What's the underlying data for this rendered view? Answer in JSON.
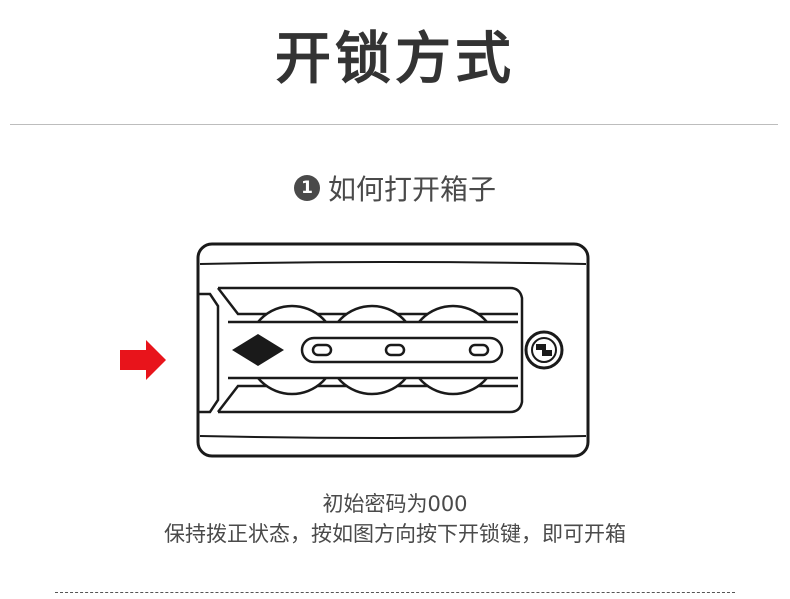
{
  "page": {
    "title": "开锁方式",
    "step": {
      "number": "1",
      "heading": "如何打开箱子"
    },
    "captions": {
      "line1": "初始密码为000",
      "line2": "保持拨正状态，按如图方向按下开锁键，即可开箱"
    },
    "lock": {
      "dial_count": 3,
      "arrow_direction": "right",
      "arrow_color": "#e8141b",
      "line_color": "#1a1a1a"
    }
  }
}
